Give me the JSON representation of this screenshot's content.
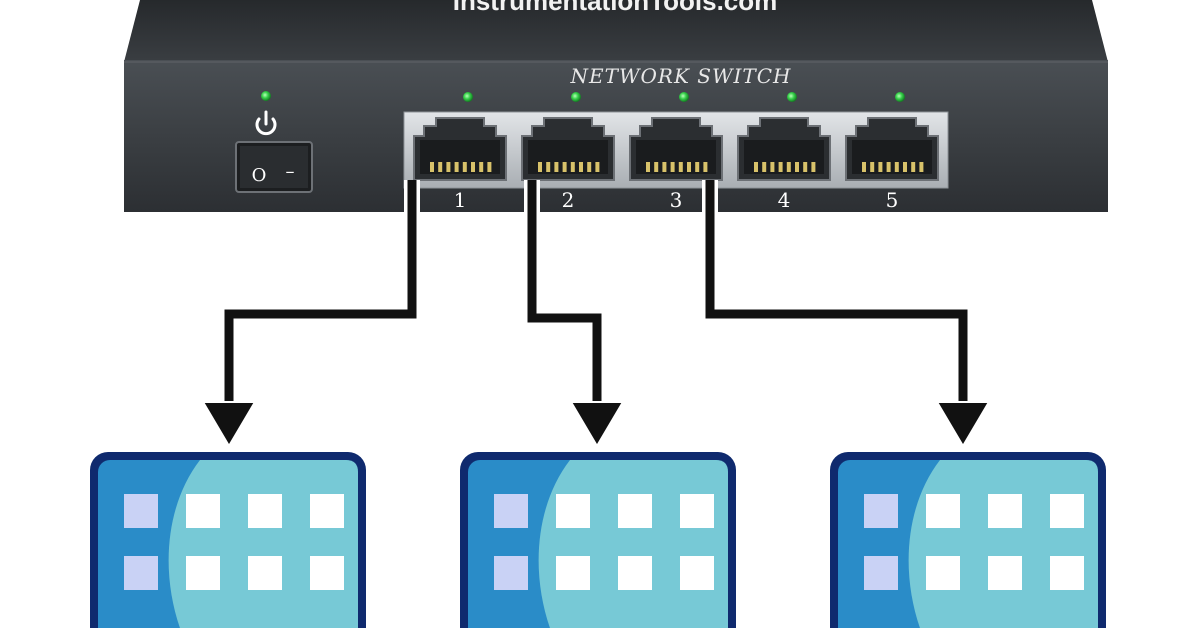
{
  "watermark": "InstrumentationTools.com",
  "switch": {
    "label": "NETWORK SWITCH",
    "power_icon": "power-icon",
    "rocker_on_symbol": "O",
    "rocker_off_symbol": "–",
    "port_numbers": [
      "1",
      "2",
      "3",
      "4",
      "5"
    ],
    "connected_ports": [
      "1",
      "2",
      "3"
    ]
  },
  "devices": [
    {
      "port": "1",
      "icon": "device-icon"
    },
    {
      "port": "2",
      "icon": "device-icon"
    },
    {
      "port": "3",
      "icon": "device-icon"
    }
  ],
  "colors": {
    "switch_body": "#3b3f43",
    "switch_top": "#2f3236",
    "port_frame": "#c9ced2",
    "led_green": "#37d04a",
    "cable": "#111111",
    "device_frame": "#0f2a6e",
    "device_fill": "#2a8cc8",
    "device_highlight": "#77c9d6",
    "tile_white": "#ffffff",
    "tile_lilac": "#c9d2f5"
  }
}
